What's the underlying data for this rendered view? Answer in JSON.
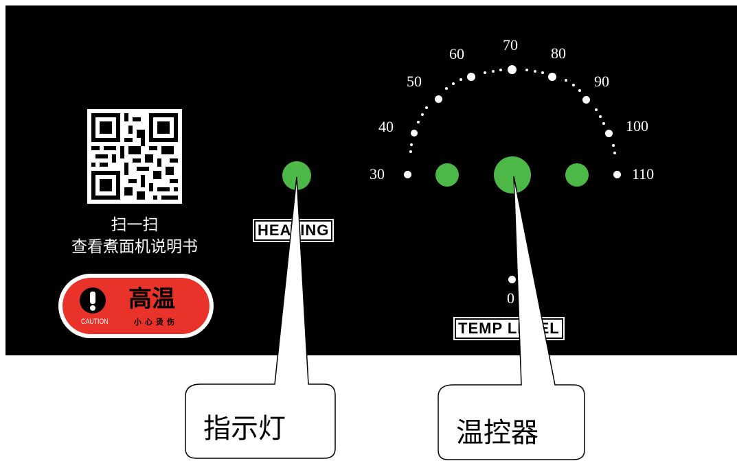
{
  "qr": {
    "line1": "扫一扫",
    "line2": "查看煮面机说明书"
  },
  "caution_badge": {
    "main": "高温",
    "en": "CAUTION",
    "sub": "小心烫伤",
    "color": "#e8322a"
  },
  "heating_label": "HEATING",
  "temp_scale": {
    "values": [
      "30",
      "40",
      "50",
      "60",
      "70",
      "80",
      "90",
      "100",
      "110"
    ],
    "zero_label": "0",
    "label": "TEMP LEVEL"
  },
  "callouts": {
    "indicator": "指示灯",
    "thermostat": "温控器"
  },
  "colors": {
    "panel": "#000000",
    "lamp": "#4cb848",
    "text": "#ffffff"
  }
}
